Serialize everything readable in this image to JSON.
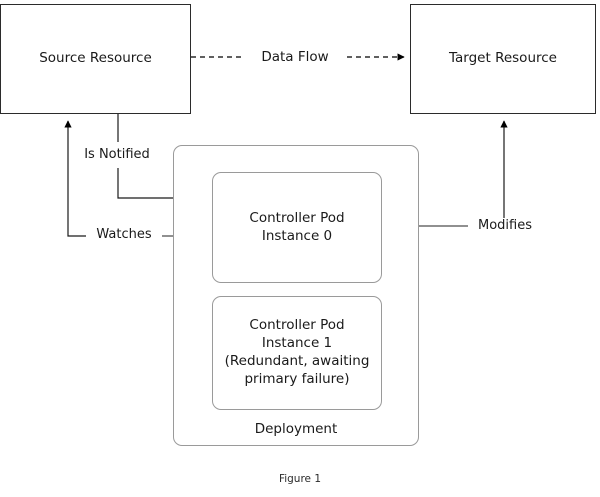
{
  "figure": {
    "caption": "Figure 1",
    "colors": {
      "background": "#ffffff",
      "sharp_border": "#2b2b2b",
      "round_border": "#9a9a9a",
      "text": "#1a1a1a",
      "connector": "#4d4d4d",
      "arrow": "#000000"
    }
  },
  "nodes": {
    "source_resource": {
      "label": "Source Resource",
      "shape": "rectangle"
    },
    "target_resource": {
      "label": "Target Resource",
      "shape": "rectangle"
    },
    "deployment": {
      "label": "Deployment",
      "shape": "rounded-rectangle"
    },
    "pod_instance_0": {
      "line1": "Controller Pod",
      "line2": "Instance 0",
      "shape": "rounded-rectangle"
    },
    "pod_instance_1": {
      "line1": "Controller Pod",
      "line2": "Instance 1",
      "line3": "(Redundant, awaiting",
      "line4": "primary failure)",
      "shape": "rounded-rectangle"
    }
  },
  "edges": {
    "data_flow": {
      "label": "Data Flow",
      "from": "source_resource",
      "to": "target_resource",
      "style": "dashed",
      "arrowhead": "target"
    },
    "is_notified": {
      "label": "Is Notified",
      "from": "source_resource",
      "to": "pod_instance_0",
      "style": "solid",
      "arrowhead": "target"
    },
    "watches": {
      "label": "Watches",
      "from": "pod_instance_0",
      "to": "source_resource",
      "style": "solid",
      "arrowhead": "target"
    },
    "modifies": {
      "label": "Modifies",
      "from": "pod_instance_0",
      "to": "target_resource",
      "style": "solid",
      "arrowhead": "target"
    }
  }
}
